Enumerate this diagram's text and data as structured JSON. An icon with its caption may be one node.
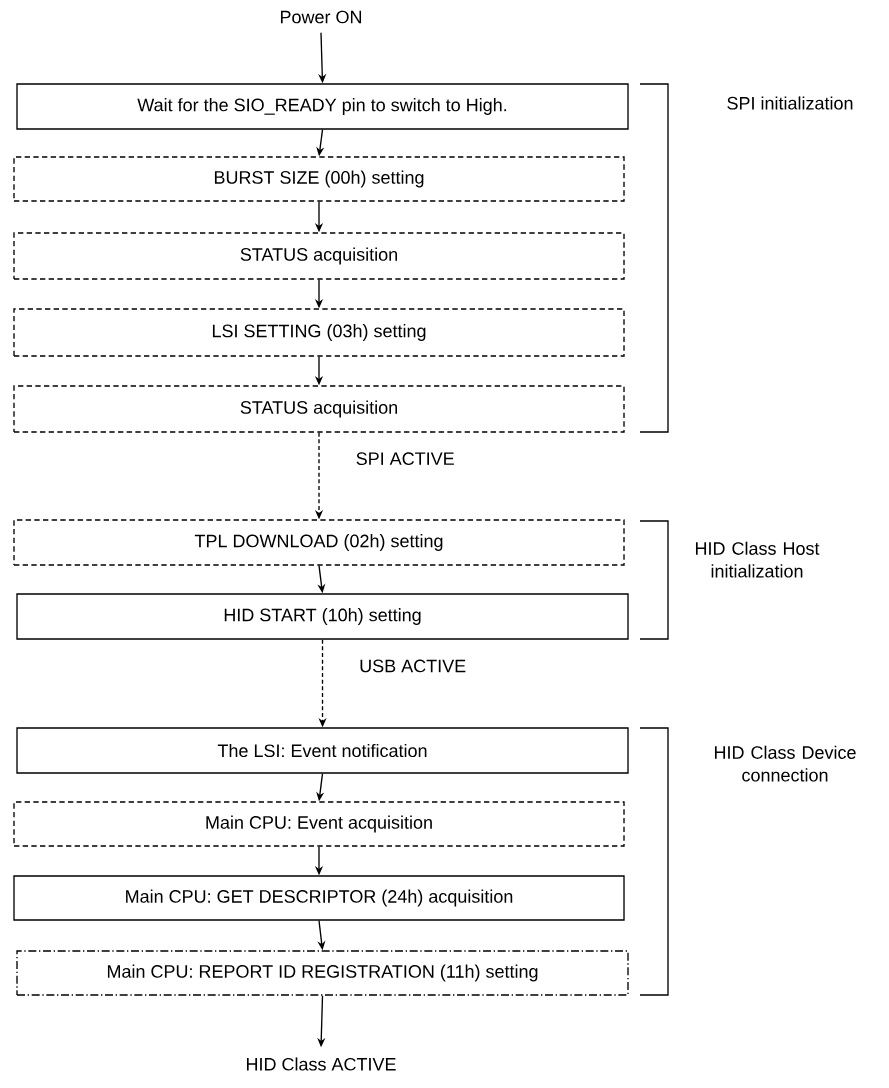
{
  "diagram": {
    "nodes": [
      {
        "text": [
          "Power ON"
        ]
      },
      {
        "text": [
          "Wait for the SIO_READY pin to switch to High."
        ]
      },
      {
        "text": [
          "BURST SIZE (00h) setting"
        ]
      },
      {
        "text": [
          "STATUS acquisition"
        ]
      },
      {
        "text": [
          "LSI SETTING (03h) setting"
        ]
      },
      {
        "text": [
          "STATUS acquisition"
        ]
      },
      {
        "text": [
          "TPL DOWNLOAD (02h) setting"
        ]
      },
      {
        "text": [
          "HID START (10h) setting"
        ]
      },
      {
        "text": [
          "The LSI: Event notification"
        ]
      },
      {
        "text": [
          "Main CPU: Event acquisition"
        ]
      },
      {
        "text": [
          "Main CPU: GET DESCRIPTOR (24h) acquisition"
        ]
      },
      {
        "text": [
          "Main CPU: REPORT ID REGISTRATION (11h) setting"
        ]
      },
      {
        "text": [
          "HID Class ACTIVE"
        ]
      }
    ],
    "edges": [
      {
        "from": 0,
        "to": 1,
        "arrow": "to"
      },
      {
        "from": 1,
        "to": 2,
        "arrow": "to"
      },
      {
        "from": 2,
        "to": 3,
        "arrow": "to"
      },
      {
        "from": 3,
        "to": 4,
        "arrow": "to"
      },
      {
        "from": 4,
        "to": 5,
        "arrow": "to"
      },
      {
        "from": 5,
        "to": 6,
        "arrow": "to",
        "style": "dashed",
        "label": "SPI ACTIVE"
      },
      {
        "from": 6,
        "to": 7,
        "arrow": "to"
      },
      {
        "from": 7,
        "to": 8,
        "arrow": "to",
        "style": "dashed",
        "label": "USB ACTIVE"
      },
      {
        "from": 8,
        "to": 9,
        "arrow": "to"
      },
      {
        "from": 9,
        "to": 10,
        "arrow": "to"
      },
      {
        "from": 10,
        "to": 11,
        "arrow": "to"
      },
      {
        "from": 11,
        "to": 12,
        "arrow": "to"
      }
    ],
    "labels": [
      "SPI initialization",
      "HID Class Host initialization",
      "HID Class Device connection"
    ]
  }
}
